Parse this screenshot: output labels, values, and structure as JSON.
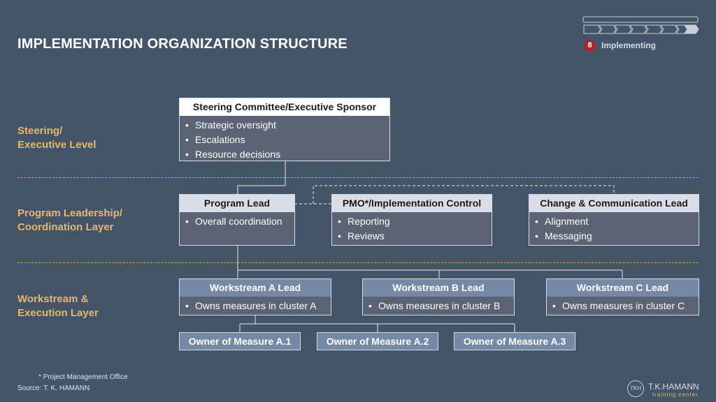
{
  "slide": {
    "title": "IMPLEMENTATION ORGANIZATION STRUCTURE",
    "phase_number": "8",
    "phase_label": "Implementing"
  },
  "layers": {
    "steering": [
      "Steering/",
      "Executive Level"
    ],
    "program": [
      "Program Leadership/",
      "Coordination Layer"
    ],
    "workstream": [
      "Workstream &",
      "Execution Layer"
    ]
  },
  "boxes": {
    "steering": {
      "title": "Steering Committee/Executive Sponsor",
      "items": [
        "Strategic oversight",
        "Escalations",
        "Resource decisions"
      ]
    },
    "program_lead": {
      "title": "Program Lead",
      "items": [
        "Overall coordination"
      ]
    },
    "pmo": {
      "title": "PMO*/Implementation Control",
      "items": [
        "Reporting",
        "Reviews"
      ]
    },
    "change": {
      "title": "Change & Communication Lead",
      "items": [
        "Alignment",
        "Messaging"
      ]
    },
    "ws_a": {
      "title": "Workstream A Lead",
      "items": [
        "Owns measures in cluster A"
      ]
    },
    "ws_b": {
      "title": "Workstream B Lead",
      "items": [
        "Owns measures in cluster B"
      ]
    },
    "ws_c": {
      "title": "Workstream C Lead",
      "items": [
        "Owns measures in cluster C"
      ]
    }
  },
  "owners": [
    "Owner of Measure A.1",
    "Owner of Measure A.2",
    "Owner of Measure A.3"
  ],
  "footnote": "*  Project Management Office",
  "source": "Source: T. K. HAMANN",
  "logo": {
    "monogram": "TKH",
    "name": "T.K.HAMANN",
    "tagline": "training center"
  },
  "colors": {
    "background": "#445469",
    "accent_gold": "#e8b860",
    "header_blue": "#7588a6",
    "body_gray": "#5a6475",
    "phase_red": "#a7282c"
  }
}
